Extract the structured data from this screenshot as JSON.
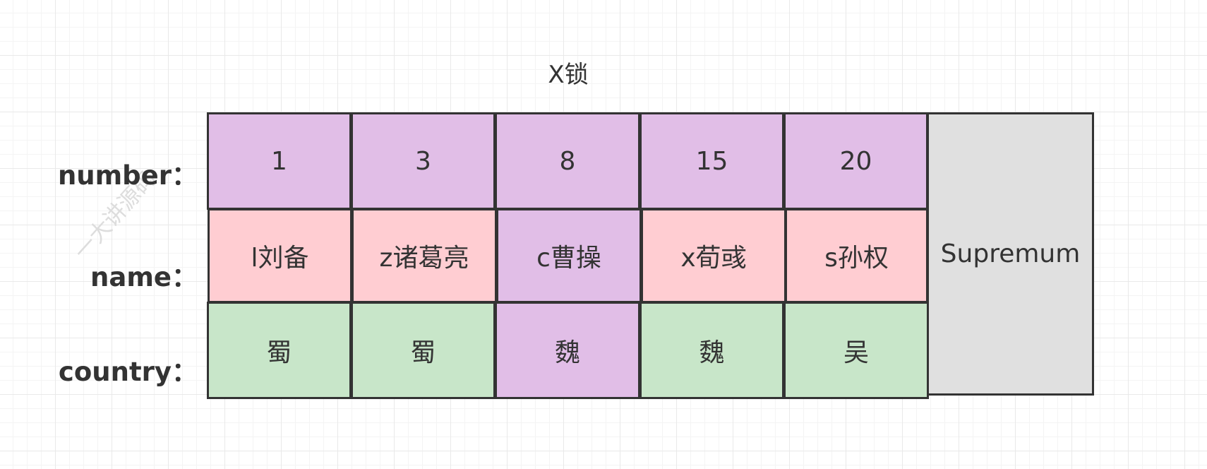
{
  "title": "X锁",
  "watermark": "一大讲源码",
  "labels": {
    "number": "number：",
    "name": "name：",
    "country": "country："
  },
  "records": [
    {
      "number": "1",
      "name": "l刘备",
      "country": "蜀"
    },
    {
      "number": "3",
      "name": "z诸葛亮",
      "country": "蜀"
    },
    {
      "number": "8",
      "name": "c曹操",
      "country": "魏"
    },
    {
      "number": "15",
      "name": "x荀彧",
      "country": "魏"
    },
    {
      "number": "20",
      "name": "s孙权",
      "country": "吴"
    }
  ],
  "supremum": "Supremum",
  "colors": {
    "locked": "#e1bee7",
    "name_unlocked": "#ffcdd2",
    "country_unlocked": "#c8e6c9",
    "supremum": "#e0e0e0"
  }
}
